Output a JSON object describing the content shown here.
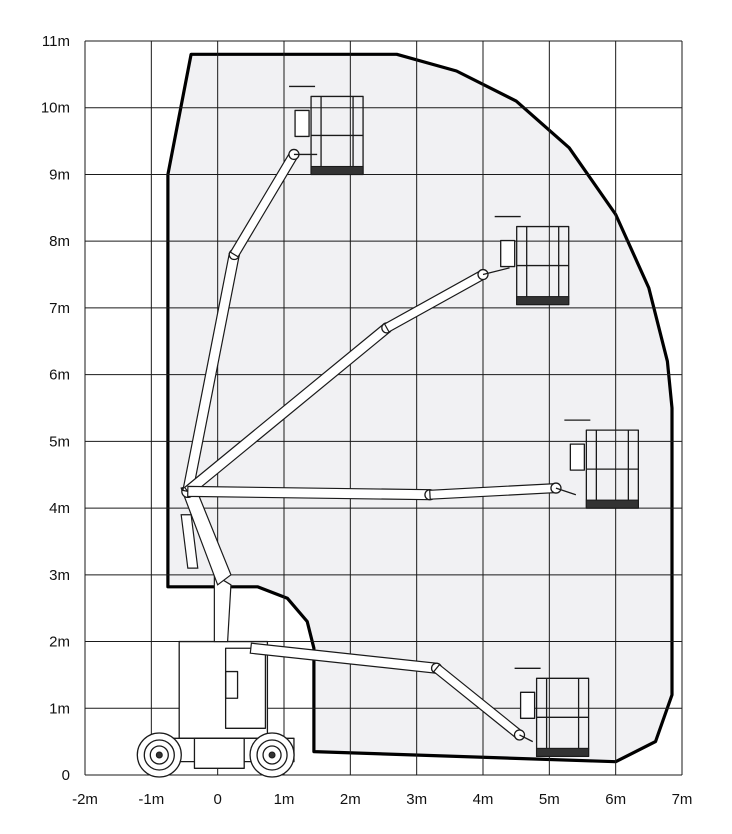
{
  "chart_data": {
    "type": "diagram",
    "x_axis": {
      "range": [
        -2,
        7
      ],
      "ticks": [
        {
          "value": -2,
          "label": "-2m"
        },
        {
          "value": -1,
          "label": "-1m"
        },
        {
          "value": 0,
          "label": "0"
        },
        {
          "value": 1,
          "label": "1m"
        },
        {
          "value": 2,
          "label": "2m"
        },
        {
          "value": 3,
          "label": "3m"
        },
        {
          "value": 4,
          "label": "4m"
        },
        {
          "value": 5,
          "label": "5m"
        },
        {
          "value": 6,
          "label": "6m"
        },
        {
          "value": 7,
          "label": "7m"
        }
      ]
    },
    "y_axis": {
      "range": [
        0,
        11
      ],
      "ticks": [
        {
          "value": 0,
          "label": "0"
        },
        {
          "value": 1,
          "label": "1m"
        },
        {
          "value": 2,
          "label": "2m"
        },
        {
          "value": 3,
          "label": "3m"
        },
        {
          "value": 4,
          "label": "4m"
        },
        {
          "value": 5,
          "label": "5m"
        },
        {
          "value": 6,
          "label": "6m"
        },
        {
          "value": 7,
          "label": "7m"
        },
        {
          "value": 8,
          "label": "8m"
        },
        {
          "value": 9,
          "label": "9m"
        },
        {
          "value": 10,
          "label": "10m"
        },
        {
          "value": 11,
          "label": "11m"
        }
      ]
    },
    "grid": true,
    "working_envelope": [
      [
        -0.4,
        10.8
      ],
      [
        2.7,
        10.8
      ],
      [
        3.6,
        10.55
      ],
      [
        4.5,
        10.1
      ],
      [
        5.3,
        9.4
      ],
      [
        6.0,
        8.4
      ],
      [
        6.5,
        7.3
      ],
      [
        6.78,
        6.2
      ],
      [
        6.85,
        5.5
      ],
      [
        6.85,
        1.2
      ],
      [
        6.6,
        0.5
      ],
      [
        6.0,
        0.2
      ],
      [
        1.45,
        0.35
      ],
      [
        1.45,
        1.9
      ],
      [
        1.35,
        2.3
      ],
      [
        1.05,
        2.65
      ],
      [
        0.6,
        2.82
      ],
      [
        -0.75,
        2.82
      ],
      [
        -0.75,
        9.0
      ],
      [
        -0.4,
        10.8
      ]
    ],
    "boom_positions": [
      {
        "basket": [
          1.8,
          9.4
        ],
        "pivot": [
          -0.45,
          4.25
        ]
      },
      {
        "basket": [
          4.85,
          7.7
        ],
        "pivot": [
          -0.45,
          4.25
        ]
      },
      {
        "basket": [
          5.6,
          4.5
        ],
        "pivot": [
          -0.45,
          4.25
        ]
      },
      {
        "basket": [
          5.2,
          0.9
        ],
        "pivot": [
          0.5,
          1.9
        ]
      }
    ],
    "colors": {
      "envelope_fill": "#f1f1f3",
      "envelope_stroke": "#000000",
      "grid": "#1a1a1a"
    }
  }
}
